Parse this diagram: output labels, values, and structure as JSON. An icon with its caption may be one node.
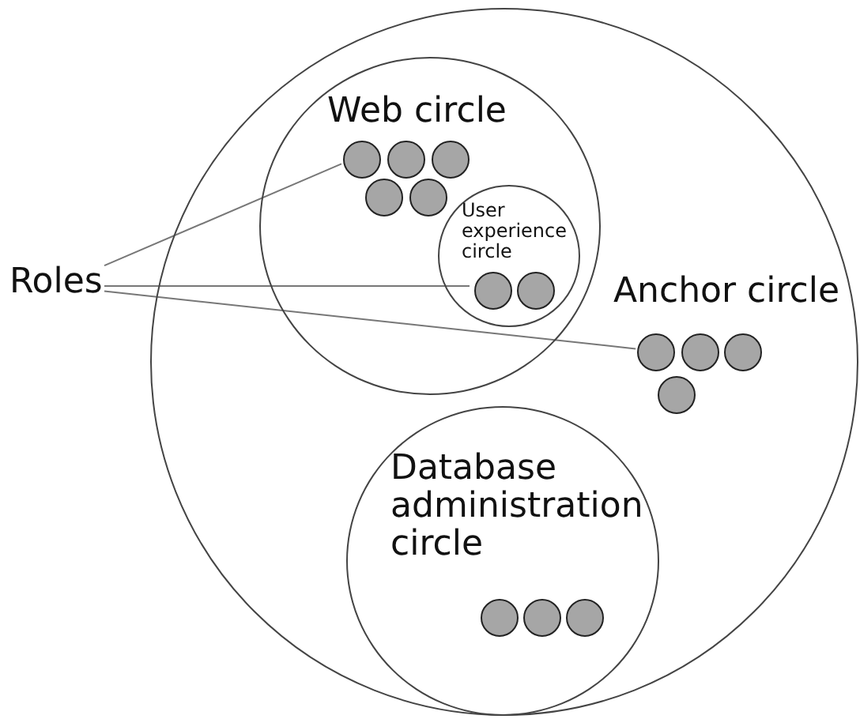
{
  "diagram": {
    "nodes": [
      {
        "text": [
          "Anchor circle"
        ]
      },
      {
        "text": [
          "Web circle"
        ],
        "in": 0
      },
      {
        "text": [],
        "shape": "circle",
        "in": 1
      },
      {
        "text": [],
        "shape": "circle",
        "in": 1
      },
      {
        "text": [],
        "shape": "circle",
        "in": 1
      },
      {
        "text": [],
        "shape": "circle",
        "in": 1
      },
      {
        "text": [],
        "shape": "circle",
        "in": 1
      },
      {
        "text": [
          "User experience circle"
        ],
        "in": 1
      },
      {
        "text": [],
        "shape": "circle",
        "in": 7
      },
      {
        "text": [],
        "shape": "circle",
        "in": 7
      },
      {
        "text": [],
        "shape": "circle",
        "in": 0
      },
      {
        "text": [],
        "shape": "circle",
        "in": 0
      },
      {
        "text": [],
        "shape": "circle",
        "in": 0
      },
      {
        "text": [],
        "shape": "circle",
        "in": 0
      },
      {
        "text": [
          "Database administration circle"
        ],
        "in": 0
      },
      {
        "text": [],
        "shape": "circle",
        "in": 14
      },
      {
        "text": [],
        "shape": "circle",
        "in": 14
      },
      {
        "text": [],
        "shape": "circle",
        "in": 14
      },
      {
        "text": [
          "Roles"
        ]
      }
    ],
    "edges": [
      {
        "from": 18,
        "to": 2,
        "arrow": "none"
      },
      {
        "from": 18,
        "to": 8,
        "arrow": "none"
      },
      {
        "from": 18,
        "to": 10,
        "arrow": "none"
      }
    ]
  }
}
